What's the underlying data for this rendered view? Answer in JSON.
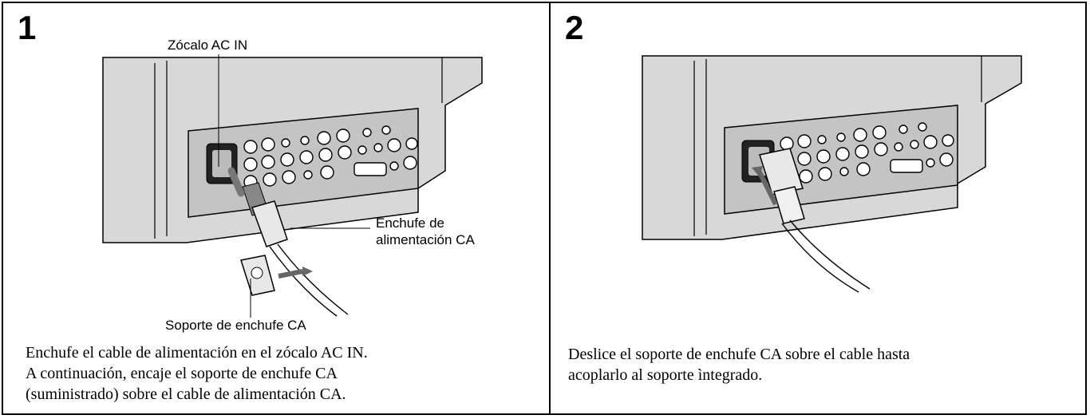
{
  "steps": [
    {
      "number": "1",
      "callouts": {
        "ac_in": "Zócalo AC IN",
        "plug_line1": "Enchufe de",
        "plug_line2": "alimentación CA",
        "holder": "Soporte de enchufe CA"
      },
      "instruction_lines": [
        "Enchufe el cable de alimentación en el zócalo AC IN.",
        "A continuación, encaje el soporte de enchufe CA",
        "(suministrado) sobre el cable de alimentación CA."
      ]
    },
    {
      "number": "2",
      "instruction_lines": [
        "Deslice el soporte de enchufe CA sobre el cable hasta",
        "acoplarlo al soporte ìntegrado."
      ]
    }
  ],
  "colors": {
    "device_gray": "#d8d8d8",
    "panel_gray": "#c4c4c4",
    "outline": "#000000"
  }
}
